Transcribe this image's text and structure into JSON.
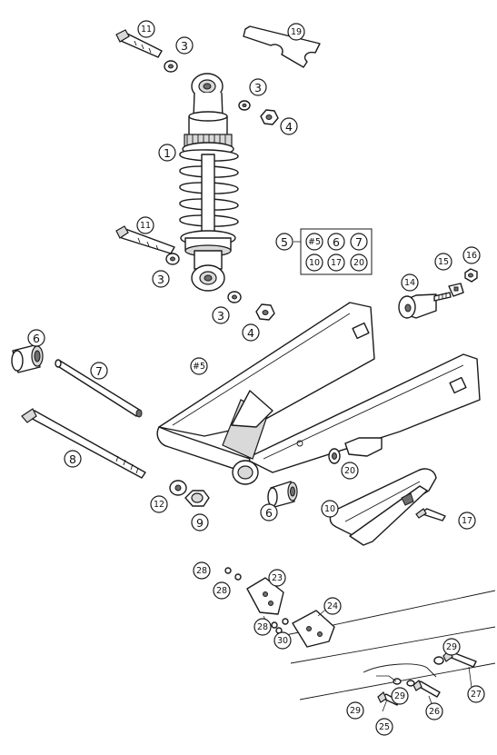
{
  "callouts": [
    {
      "id": "c-top-11",
      "text": "11"
    },
    {
      "id": "c-top-3",
      "text": "3"
    },
    {
      "id": "c-19",
      "text": "19"
    },
    {
      "id": "c-3b",
      "text": "3"
    },
    {
      "id": "c-4a",
      "text": "4"
    },
    {
      "id": "c-1",
      "text": "1"
    },
    {
      "id": "c-11b",
      "text": "11"
    },
    {
      "id": "c-3c",
      "text": "3"
    },
    {
      "id": "c-3d",
      "text": "3"
    },
    {
      "id": "c-4b",
      "text": "4"
    },
    {
      "id": "c-5",
      "text": "5"
    },
    {
      "id": "c-box-5",
      "text": "#5"
    },
    {
      "id": "c-box-6",
      "text": "6"
    },
    {
      "id": "c-box-7",
      "text": "7"
    },
    {
      "id": "c-box-10",
      "text": "10"
    },
    {
      "id": "c-box-17",
      "text": "17"
    },
    {
      "id": "c-box-20",
      "text": "20"
    },
    {
      "id": "c-14",
      "text": "14"
    },
    {
      "id": "c-15",
      "text": "15"
    },
    {
      "id": "c-16",
      "text": "16"
    },
    {
      "id": "c-6a",
      "text": "6"
    },
    {
      "id": "c-7",
      "text": "7"
    },
    {
      "id": "c-swing-5",
      "text": "#5"
    },
    {
      "id": "c-8",
      "text": "8"
    },
    {
      "id": "c-20",
      "text": "20"
    },
    {
      "id": "c-12",
      "text": "12"
    },
    {
      "id": "c-9",
      "text": "9"
    },
    {
      "id": "c-6b",
      "text": "6"
    },
    {
      "id": "c-10",
      "text": "10"
    },
    {
      "id": "c-17",
      "text": "17"
    },
    {
      "id": "c-28a",
      "text": "28"
    },
    {
      "id": "c-28b",
      "text": "28"
    },
    {
      "id": "c-23",
      "text": "23"
    },
    {
      "id": "c-24",
      "text": "24"
    },
    {
      "id": "c-28c",
      "text": "28"
    },
    {
      "id": "c-30",
      "text": "30"
    },
    {
      "id": "c-29a",
      "text": "29"
    },
    {
      "id": "c-27",
      "text": "27"
    },
    {
      "id": "c-29b",
      "text": "29"
    },
    {
      "id": "c-29c",
      "text": "29"
    },
    {
      "id": "c-26",
      "text": "26"
    },
    {
      "id": "c-25",
      "text": "25"
    }
  ]
}
